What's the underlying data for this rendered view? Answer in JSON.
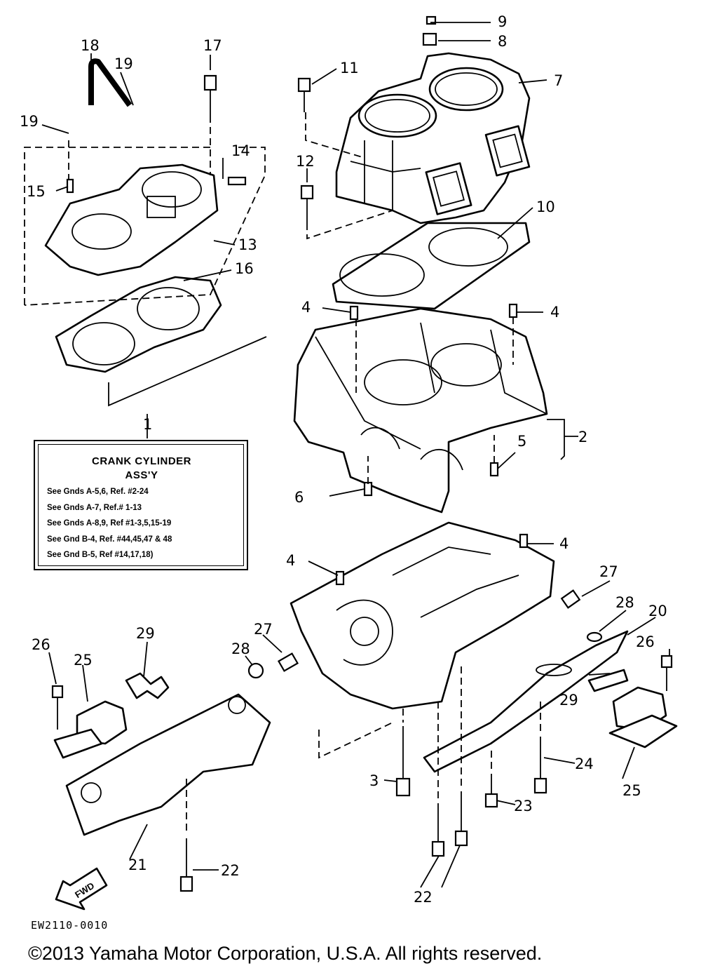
{
  "callouts": [
    {
      "id": "1",
      "text": "1"
    },
    {
      "id": "2",
      "text": "2"
    },
    {
      "id": "3",
      "text": "3"
    },
    {
      "id": "4a",
      "text": "4"
    },
    {
      "id": "4b",
      "text": "4"
    },
    {
      "id": "4c",
      "text": "4"
    },
    {
      "id": "4d",
      "text": "4"
    },
    {
      "id": "5",
      "text": "5"
    },
    {
      "id": "6",
      "text": "6"
    },
    {
      "id": "7",
      "text": "7"
    },
    {
      "id": "8",
      "text": "8"
    },
    {
      "id": "9",
      "text": "9"
    },
    {
      "id": "10",
      "text": "10"
    },
    {
      "id": "11",
      "text": "11"
    },
    {
      "id": "12",
      "text": "12"
    },
    {
      "id": "13",
      "text": "13"
    },
    {
      "id": "14",
      "text": "14"
    },
    {
      "id": "15",
      "text": "15"
    },
    {
      "id": "16",
      "text": "16"
    },
    {
      "id": "17",
      "text": "17"
    },
    {
      "id": "18",
      "text": "18"
    },
    {
      "id": "19a",
      "text": "19"
    },
    {
      "id": "19b",
      "text": "19"
    },
    {
      "id": "20",
      "text": "20"
    },
    {
      "id": "21",
      "text": "21"
    },
    {
      "id": "22a",
      "text": "22"
    },
    {
      "id": "22b",
      "text": "22"
    },
    {
      "id": "23",
      "text": "23"
    },
    {
      "id": "24",
      "text": "24"
    },
    {
      "id": "25a",
      "text": "25"
    },
    {
      "id": "25b",
      "text": "25"
    },
    {
      "id": "26a",
      "text": "26"
    },
    {
      "id": "26b",
      "text": "26"
    },
    {
      "id": "27a",
      "text": "27"
    },
    {
      "id": "27b",
      "text": "27"
    },
    {
      "id": "28a",
      "text": "28"
    },
    {
      "id": "28b",
      "text": "28"
    },
    {
      "id": "29a",
      "text": "29"
    },
    {
      "id": "29b",
      "text": "29"
    }
  ],
  "infobox": {
    "title_line1": "CRANK CYLINDER",
    "title_line2": "ASS'Y",
    "lines": [
      "See Gnds A-5,6, Ref. #2-24",
      "See Gnds A-7, Ref.# 1-13",
      "See Gnds A-8,9, Ref #1-3,5,15-19",
      "See Gnd B-4, Ref. #44,45,47 & 48",
      "See Gnd B-5, Ref #14,17,18)"
    ]
  },
  "fwd_arrow_label": "FWD",
  "drawing_code": "EW2110-0010",
  "copyright": "©2013 Yamaha Motor Corporation, U.S.A. All rights reserved."
}
